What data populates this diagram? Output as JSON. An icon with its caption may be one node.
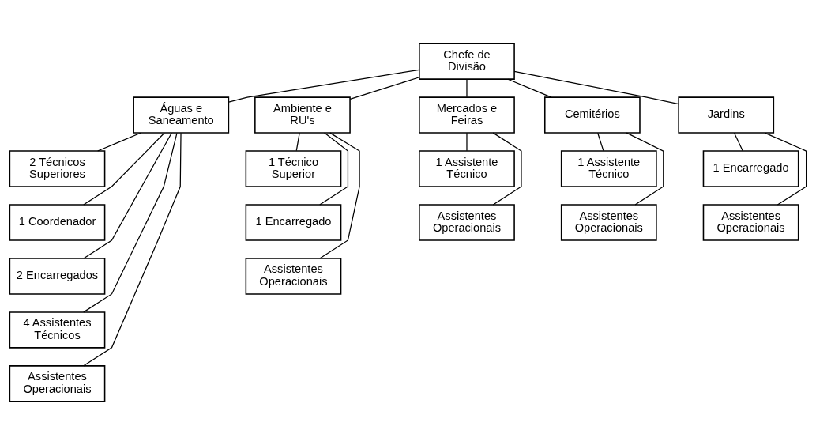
{
  "diagram": {
    "nodes": [
      {
        "text": [
          "Chefe de Divisão"
        ]
      },
      {
        "text": [
          "Águas e Saneamento"
        ]
      },
      {
        "text": [
          "Ambiente e RU's"
        ]
      },
      {
        "text": [
          "Mercados e Feiras"
        ]
      },
      {
        "text": [
          "Cemitérios"
        ]
      },
      {
        "text": [
          "Jardins"
        ]
      },
      {
        "text": [
          "2 Técnicos Superiores"
        ]
      },
      {
        "text": [
          "1 Coordenador"
        ]
      },
      {
        "text": [
          "2 Encarregados"
        ]
      },
      {
        "text": [
          "4 Assistentes Técnicos"
        ]
      },
      {
        "text": [
          "Assistentes Operacionais"
        ]
      },
      {
        "text": [
          "1 Técnico Superior"
        ]
      },
      {
        "text": [
          "1 Encarregado"
        ]
      },
      {
        "text": [
          "Assistentes Operacionais"
        ]
      },
      {
        "text": [
          "1 Assistente Técnico"
        ]
      },
      {
        "text": [
          "Assistentes Operacionais"
        ]
      },
      {
        "text": [
          "1 Assistente Técnico"
        ]
      },
      {
        "text": [
          "Assistentes Operacionais"
        ]
      },
      {
        "text": [
          "1 Encarregado"
        ]
      },
      {
        "text": [
          "Assistentes Operacionais"
        ]
      }
    ],
    "edges": [
      {
        "from": 0,
        "to": 1,
        "arrow": "none"
      },
      {
        "from": 0,
        "to": 2,
        "arrow": "none"
      },
      {
        "from": 0,
        "to": 3,
        "arrow": "none"
      },
      {
        "from": 0,
        "to": 4,
        "arrow": "none"
      },
      {
        "from": 0,
        "to": 5,
        "arrow": "none"
      },
      {
        "from": 1,
        "to": 6,
        "arrow": "none"
      },
      {
        "from": 1,
        "to": 7,
        "arrow": "none"
      },
      {
        "from": 1,
        "to": 8,
        "arrow": "none"
      },
      {
        "from": 1,
        "to": 9,
        "arrow": "none"
      },
      {
        "from": 1,
        "to": 10,
        "arrow": "none"
      },
      {
        "from": 2,
        "to": 11,
        "arrow": "none"
      },
      {
        "from": 2,
        "to": 12,
        "arrow": "none"
      },
      {
        "from": 2,
        "to": 13,
        "arrow": "none"
      },
      {
        "from": 3,
        "to": 14,
        "arrow": "none"
      },
      {
        "from": 3,
        "to": 15,
        "arrow": "none"
      },
      {
        "from": 4,
        "to": 16,
        "arrow": "none"
      },
      {
        "from": 4,
        "to": 17,
        "arrow": "none"
      },
      {
        "from": 5,
        "to": 18,
        "arrow": "none"
      },
      {
        "from": 5,
        "to": 19,
        "arrow": "none"
      }
    ]
  }
}
